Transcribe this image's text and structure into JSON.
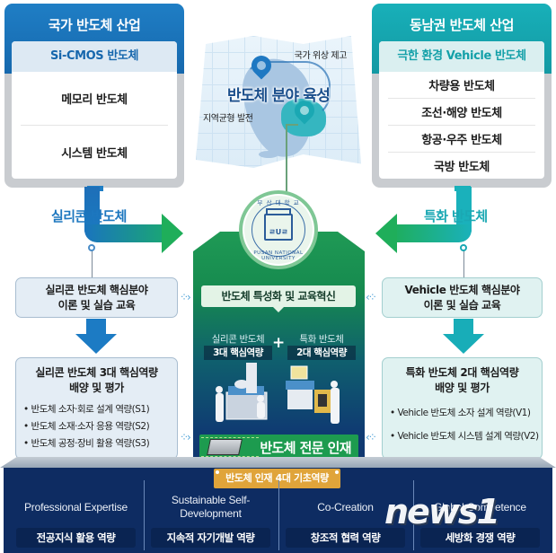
{
  "left_panel": {
    "title": "국가 반도체 산업",
    "subtitle": "Si-CMOS 반도체",
    "items": [
      "메모리 반도체",
      "시스템 반도체"
    ],
    "accent": "#1f7ec5"
  },
  "right_panel": {
    "title": "동남권 반도체 산업",
    "subtitle": "극한 환경 Vehicle 반도체",
    "items": [
      "차량용 반도체",
      "조선·해양 반도체",
      "항공·우주 반도체",
      "국방 반도체"
    ],
    "accent": "#18b0b9"
  },
  "map": {
    "title": "반도체 분야 육성",
    "label_top": "국가 위상 제고",
    "label_left": "지역균형 발전"
  },
  "flows": {
    "left_label": "실리콘 반도체",
    "right_label": "특화 반도체"
  },
  "left_column": {
    "education": [
      "실리콘 반도체 핵심분야",
      "이론 및 실습 교육"
    ],
    "competency_title": [
      "실리콘 반도체 3대 핵심역량",
      "배양 및 평가"
    ],
    "competencies": [
      "반도체 소자·회로 설계 역량(S1)",
      "반도체 소재·소자 응용 역량(S2)",
      "반도체 공정·장비 활용 역량(S3)"
    ]
  },
  "right_column": {
    "education": [
      "Vehicle 반도체 핵심분야",
      "이론 및 실습 교육"
    ],
    "competency_title": [
      "특화 반도체 2대 핵심역량",
      "배양 및 평가"
    ],
    "competencies": [
      "Vehicle 반도체 소자 설계 역량(V1)",
      "Vehicle 반도체 시스템 설계 역량(V2)"
    ]
  },
  "center": {
    "seal_top": "부 산 대 학 교",
    "seal_bottom": "PUSAN NATIONAL UNIVERSITY",
    "seal_mark": "ㄹUㄹ",
    "banner": "반도체 특성화 및 교육혁신",
    "left_label": "실리콘 반도체",
    "left_tag": "3대 핵심역량",
    "plus": "+",
    "right_label": "특화 반도체",
    "right_tag": "2대 핵심역량",
    "expert": "반도체 전문 인재",
    "accent_green": "#1d9b4f"
  },
  "foundation": {
    "badge": "반도체 인재 4대 기초역량",
    "columns": [
      {
        "en": "Professional Expertise",
        "ko": "전공지식 활용 역량"
      },
      {
        "en": "Sustainable Self-Development",
        "ko": "지속적 자기개발 역량"
      },
      {
        "en": "Co-Creation",
        "ko": "창조적 협력 역량"
      },
      {
        "en": "Global Competence",
        "ko": "세방화 경쟁 역량"
      }
    ],
    "background": "#0e2c62",
    "badge_color": "#e0a43a"
  },
  "watermark": "news1"
}
